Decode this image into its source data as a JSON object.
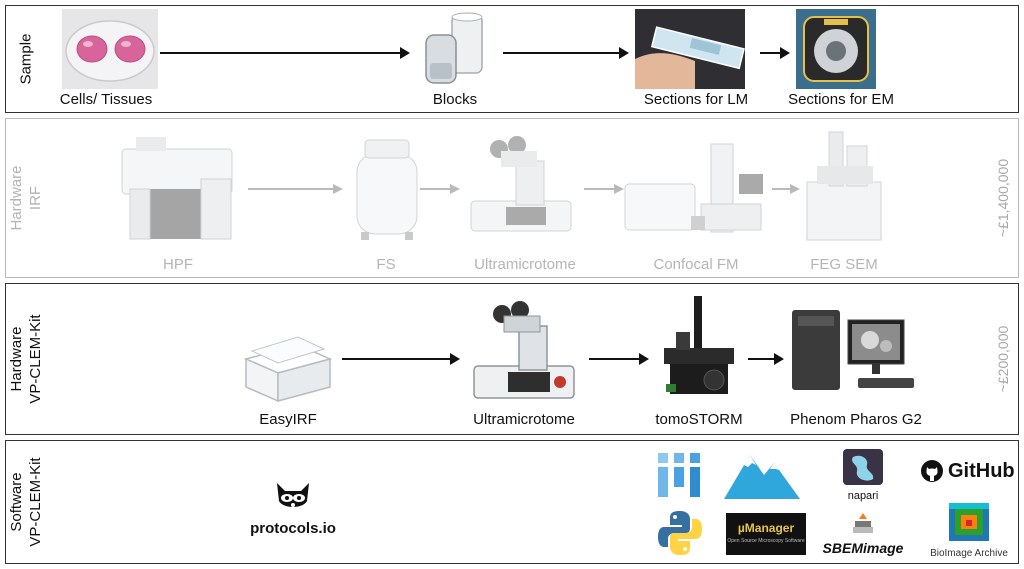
{
  "panels": {
    "sample": {
      "label": [
        "Sample"
      ],
      "items": [
        "Cells/ Tissues",
        "Blocks",
        "Sections for LM",
        "Sections for EM"
      ]
    },
    "irf": {
      "label": [
        "Hardware",
        "IRF"
      ],
      "items": [
        "HPF",
        "FS",
        "Ultramicrotome",
        "Confocal FM",
        "FEG SEM"
      ],
      "cost": "~£1,400,000"
    },
    "kit_hw": {
      "label": [
        "Hardware",
        "VP-CLEM-Kit"
      ],
      "items": [
        "EasyIRF",
        "Ultramicrotome",
        "tomoSTORM",
        "Phenom Pharos G2"
      ],
      "cost": "~£200,000"
    },
    "kit_sw": {
      "label": [
        "Software",
        "VP-CLEM-Kit"
      ],
      "logos": {
        "protocols": "protocols.io",
        "github": "GitHub",
        "napari": "napari",
        "micromanager": "µManager",
        "micromanager_sub": "Open Source Microscopy Software",
        "sbem": "SBEMimage",
        "bioimage": "BioImage Archive"
      }
    }
  },
  "colors": {
    "python_blue": "#3670a0",
    "python_yellow": "#ffd343",
    "fiji_blue": "#4aa3e0",
    "mountain_blue": "#2fa6dc",
    "napari_bg": "#3a3245",
    "sbem_orange": "#f08020"
  }
}
